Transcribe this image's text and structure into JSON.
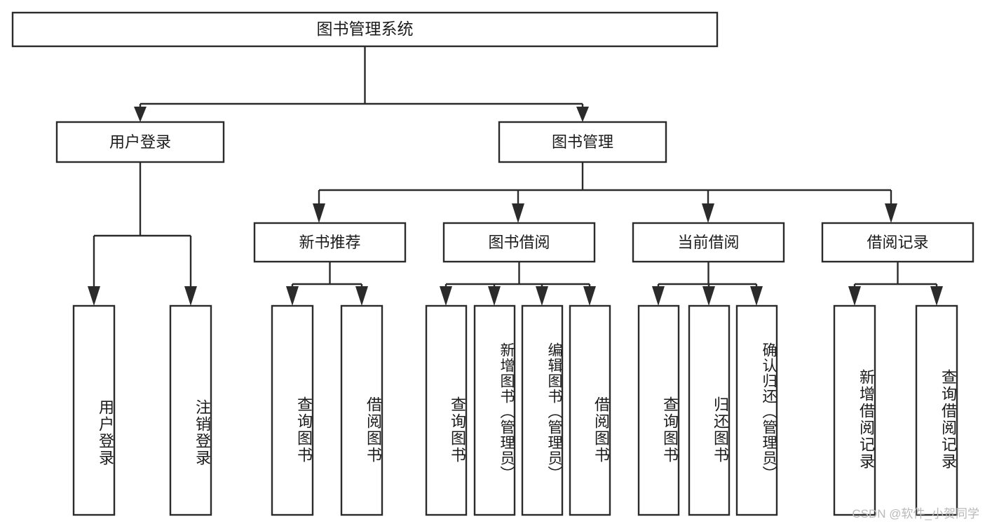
{
  "diagram": {
    "title": "图书管理系统",
    "type": "tree-hierarchy-chart",
    "colors": {
      "box_stroke": "#2b2b2b",
      "box_fill": "#ffffff",
      "connector": "#2b2b2b",
      "text": "#1b1b1b",
      "background": "#ffffff",
      "watermark": "#b9b9b9"
    },
    "root": {
      "label": "图书管理系统"
    },
    "level2": [
      {
        "label": "用户登录"
      },
      {
        "label": "图书管理"
      }
    ],
    "level3": [
      {
        "label": "新书推荐"
      },
      {
        "label": "图书借阅"
      },
      {
        "label": "当前借阅"
      },
      {
        "label": "借阅记录"
      }
    ],
    "leaves": {
      "user_login": [
        {
          "label": "用户登录"
        },
        {
          "label": "注销登录"
        }
      ],
      "new_book_recommend": [
        {
          "label": "查询图书"
        },
        {
          "label": "借阅图书"
        }
      ],
      "book_borrow": [
        {
          "label": "查询图书"
        },
        {
          "label": "新增图书（管理员）"
        },
        {
          "label": "编辑图书（管理员）"
        },
        {
          "label": "借阅图书"
        }
      ],
      "current_borrow": [
        {
          "label": "查询图书"
        },
        {
          "label": "归还图书"
        },
        {
          "label": "确认归还（管理员）"
        }
      ],
      "borrow_record": [
        {
          "label": "新增借阅记录"
        },
        {
          "label": "查询借阅记录"
        }
      ]
    }
  },
  "watermark": {
    "text": "CSDN @软件_小贺同学"
  }
}
